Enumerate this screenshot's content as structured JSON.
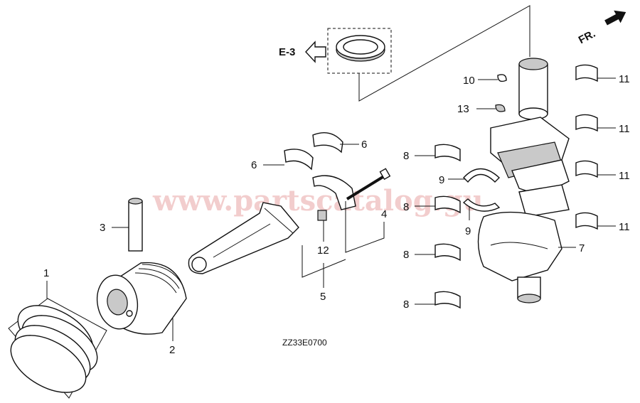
{
  "diagram": {
    "ref_code": "ZZ33E0700",
    "watermark": "www.partscatalog.gu",
    "orientation": "FR.",
    "ref_section": "E-3",
    "callouts": {
      "c1": "1",
      "c2": "2",
      "c3": "3",
      "c4": "4",
      "c5": "5",
      "c6a": "6",
      "c6b": "6",
      "c7": "7",
      "c8a": "8",
      "c8b": "8",
      "c8c": "8",
      "c8d": "8",
      "c9a": "9",
      "c9b": "9",
      "c10": "10",
      "c11a": "11",
      "c11b": "11",
      "c11c": "11",
      "c11d": "11",
      "c12": "12",
      "c13": "13"
    },
    "parts": [
      {
        "icon": "piston-ring-set-icon"
      },
      {
        "icon": "piston-icon"
      },
      {
        "icon": "piston-pin-icon"
      },
      {
        "icon": "connecting-rod-bolt-icon"
      },
      {
        "icon": "connecting-rod-icon"
      },
      {
        "icon": "rod-bearing-icon"
      },
      {
        "icon": "crankshaft-icon"
      },
      {
        "icon": "main-bearing-icon"
      },
      {
        "icon": "thrust-washer-icon"
      },
      {
        "icon": "key-icon"
      },
      {
        "icon": "upper-main-bearing-icon"
      },
      {
        "icon": "dowel-pin-icon"
      },
      {
        "icon": "oil-seal-icon"
      }
    ]
  }
}
